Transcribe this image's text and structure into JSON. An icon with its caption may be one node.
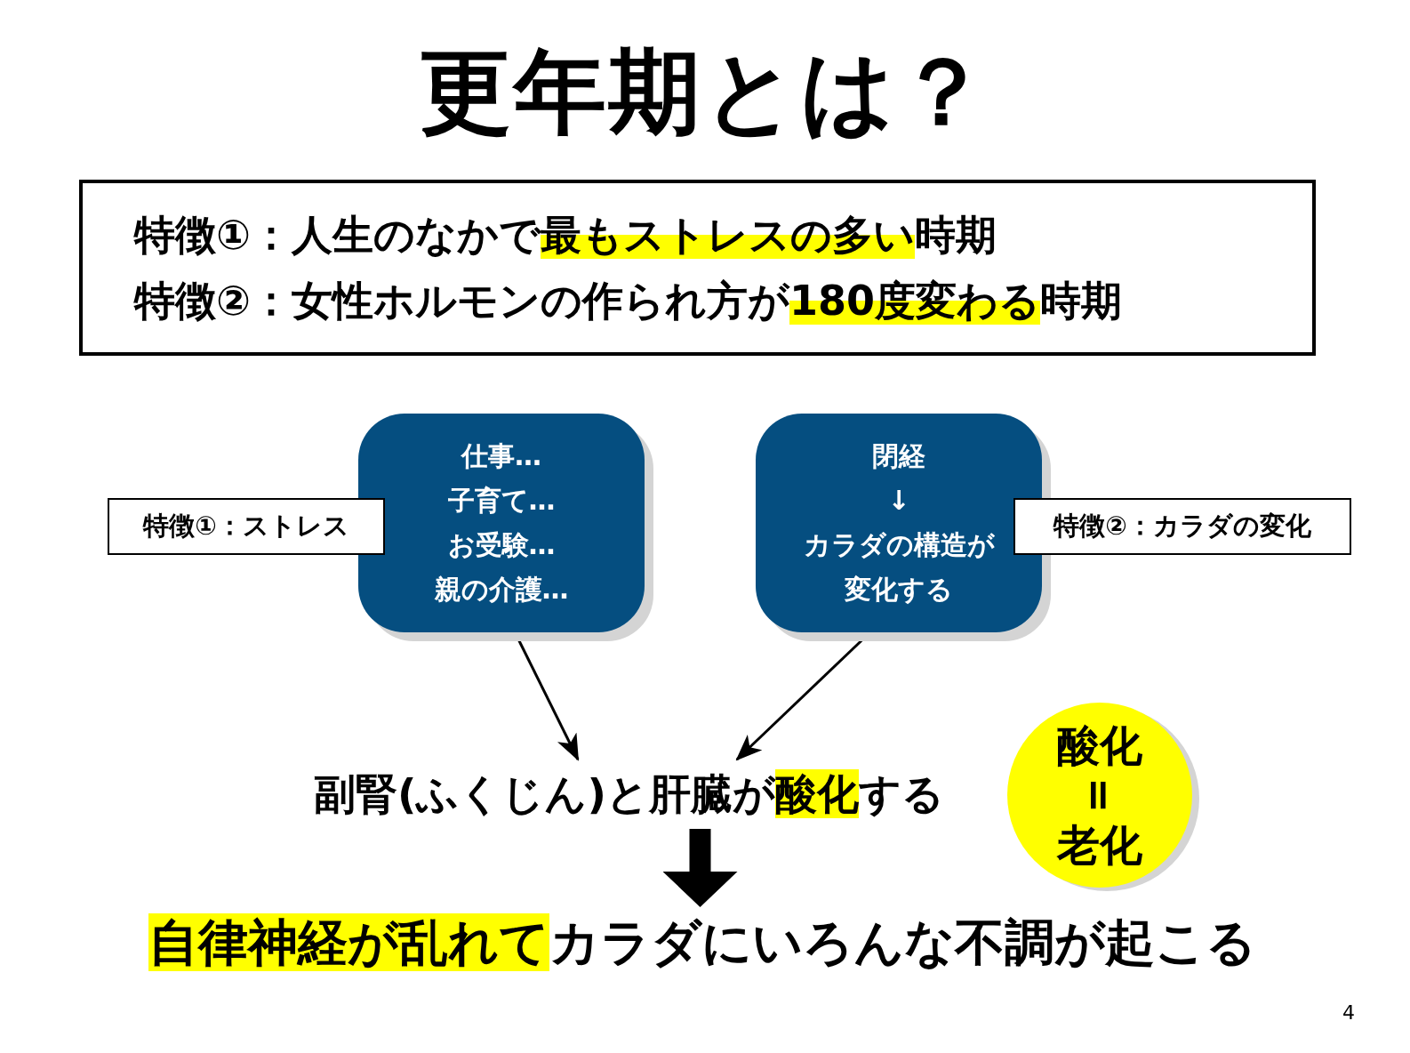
{
  "diagram": {
    "title": "更年期とは？",
    "nodes": [
      {
        "text": [
          "特徴①：人生のなかで**最もストレスの多い**時期",
          "特徴②：女性ホルモンの作られ方が**180度変わる**時期"
        ]
      },
      {
        "text": [
          "特徴①：ストレス"
        ]
      },
      {
        "text": [
          "仕事…",
          "子育て…",
          "お受験…",
          "親の介護…"
        ]
      },
      {
        "text": [
          "閉経",
          "↓",
          "カラダの構造が変化する"
        ]
      },
      {
        "text": [
          "特徴②：カラダの変化"
        ]
      },
      {
        "text": [
          "副腎(ふくじん)と肝臓が**酸化**する"
        ]
      },
      {
        "text": [
          "酸化",
          "=",
          "老化"
        ]
      },
      {
        "text": [
          "**自律神経が乱れて**カラダにいろんな不調が起こる"
        ]
      }
    ],
    "edges": [
      {
        "from": 2,
        "to": 5,
        "arrow": "to"
      },
      {
        "from": 3,
        "to": 5,
        "arrow": "to"
      },
      {
        "from": 5,
        "to": 7,
        "arrow": "to",
        "style": "thick"
      }
    ],
    "labels": [
      "4"
    ]
  }
}
